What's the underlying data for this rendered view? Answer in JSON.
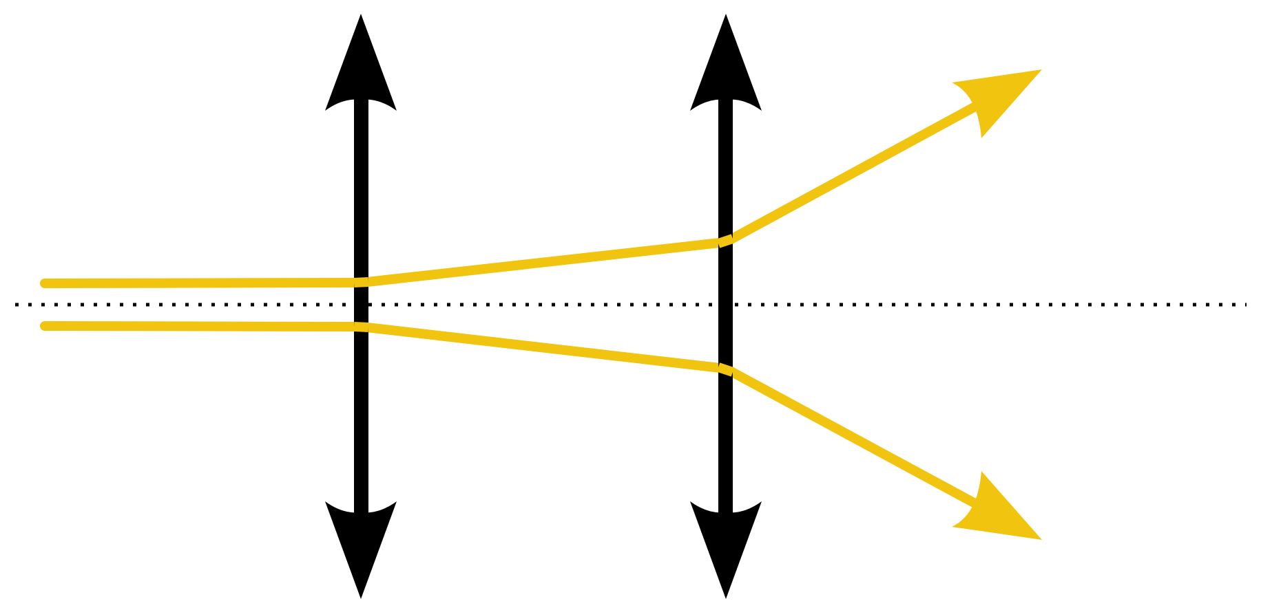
{
  "diagram": {
    "description_type": "two-lens ray diagram",
    "lens_count": 2,
    "lens_type": "converging (double-headed arrow symbol)",
    "ray_count": 2,
    "optical_axis": "dotted",
    "rays_after_second_lens": "diverging",
    "colors": {
      "background": "#ffffff",
      "lens": "#000000",
      "ray": "#F1C40F",
      "axis": "#000000"
    },
    "icons": {
      "lens": "double-arrow-icon",
      "ray_start": "round-cap",
      "ray_end": "arrow-head-icon"
    }
  }
}
